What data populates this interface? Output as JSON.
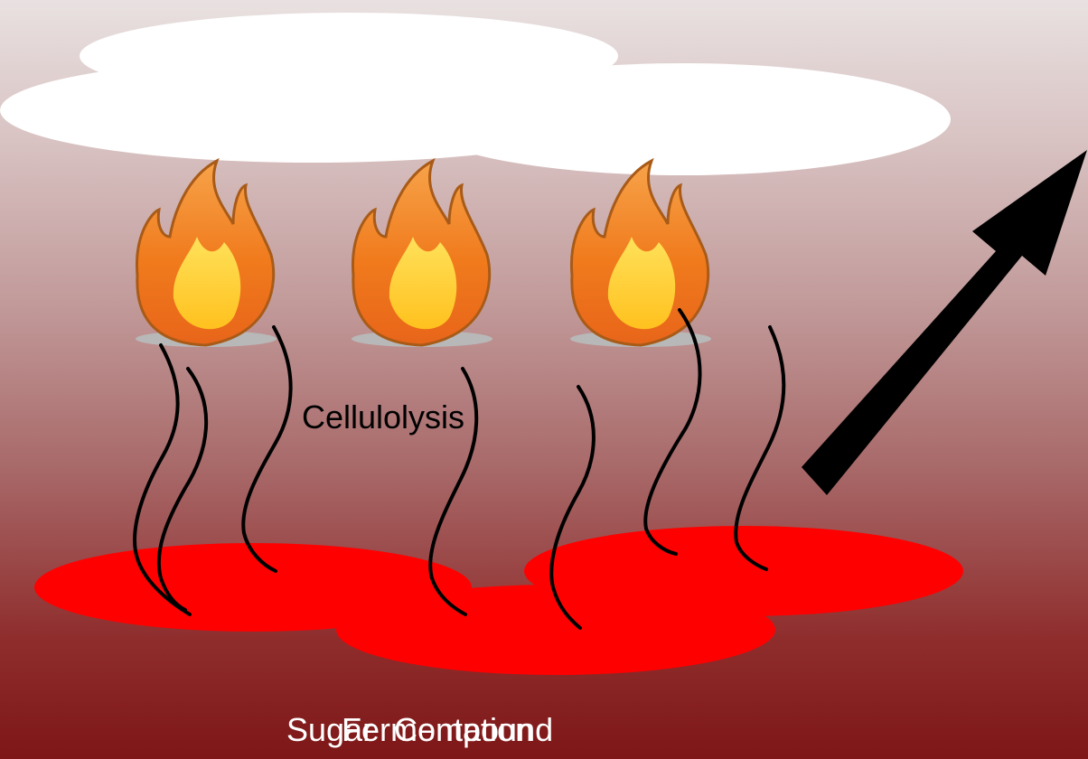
{
  "labels": {
    "cellulolysis": "Cellulolysis",
    "sugar": "Sugar",
    "fermentation": "Fermentation",
    "compound": "Compound"
  },
  "icons": {
    "flame": "fire-icon",
    "arrow": "up-right-arrow-icon"
  },
  "colors": {
    "cloud": "#ffffff",
    "pool": "#ff0000",
    "strand": "#000000",
    "flame_outer": "#f27b1b",
    "flame_inner": "#ffd23a",
    "burner_plate": "#b8b8b8",
    "label_light": "#ffffff",
    "label_dark": "#000000"
  }
}
